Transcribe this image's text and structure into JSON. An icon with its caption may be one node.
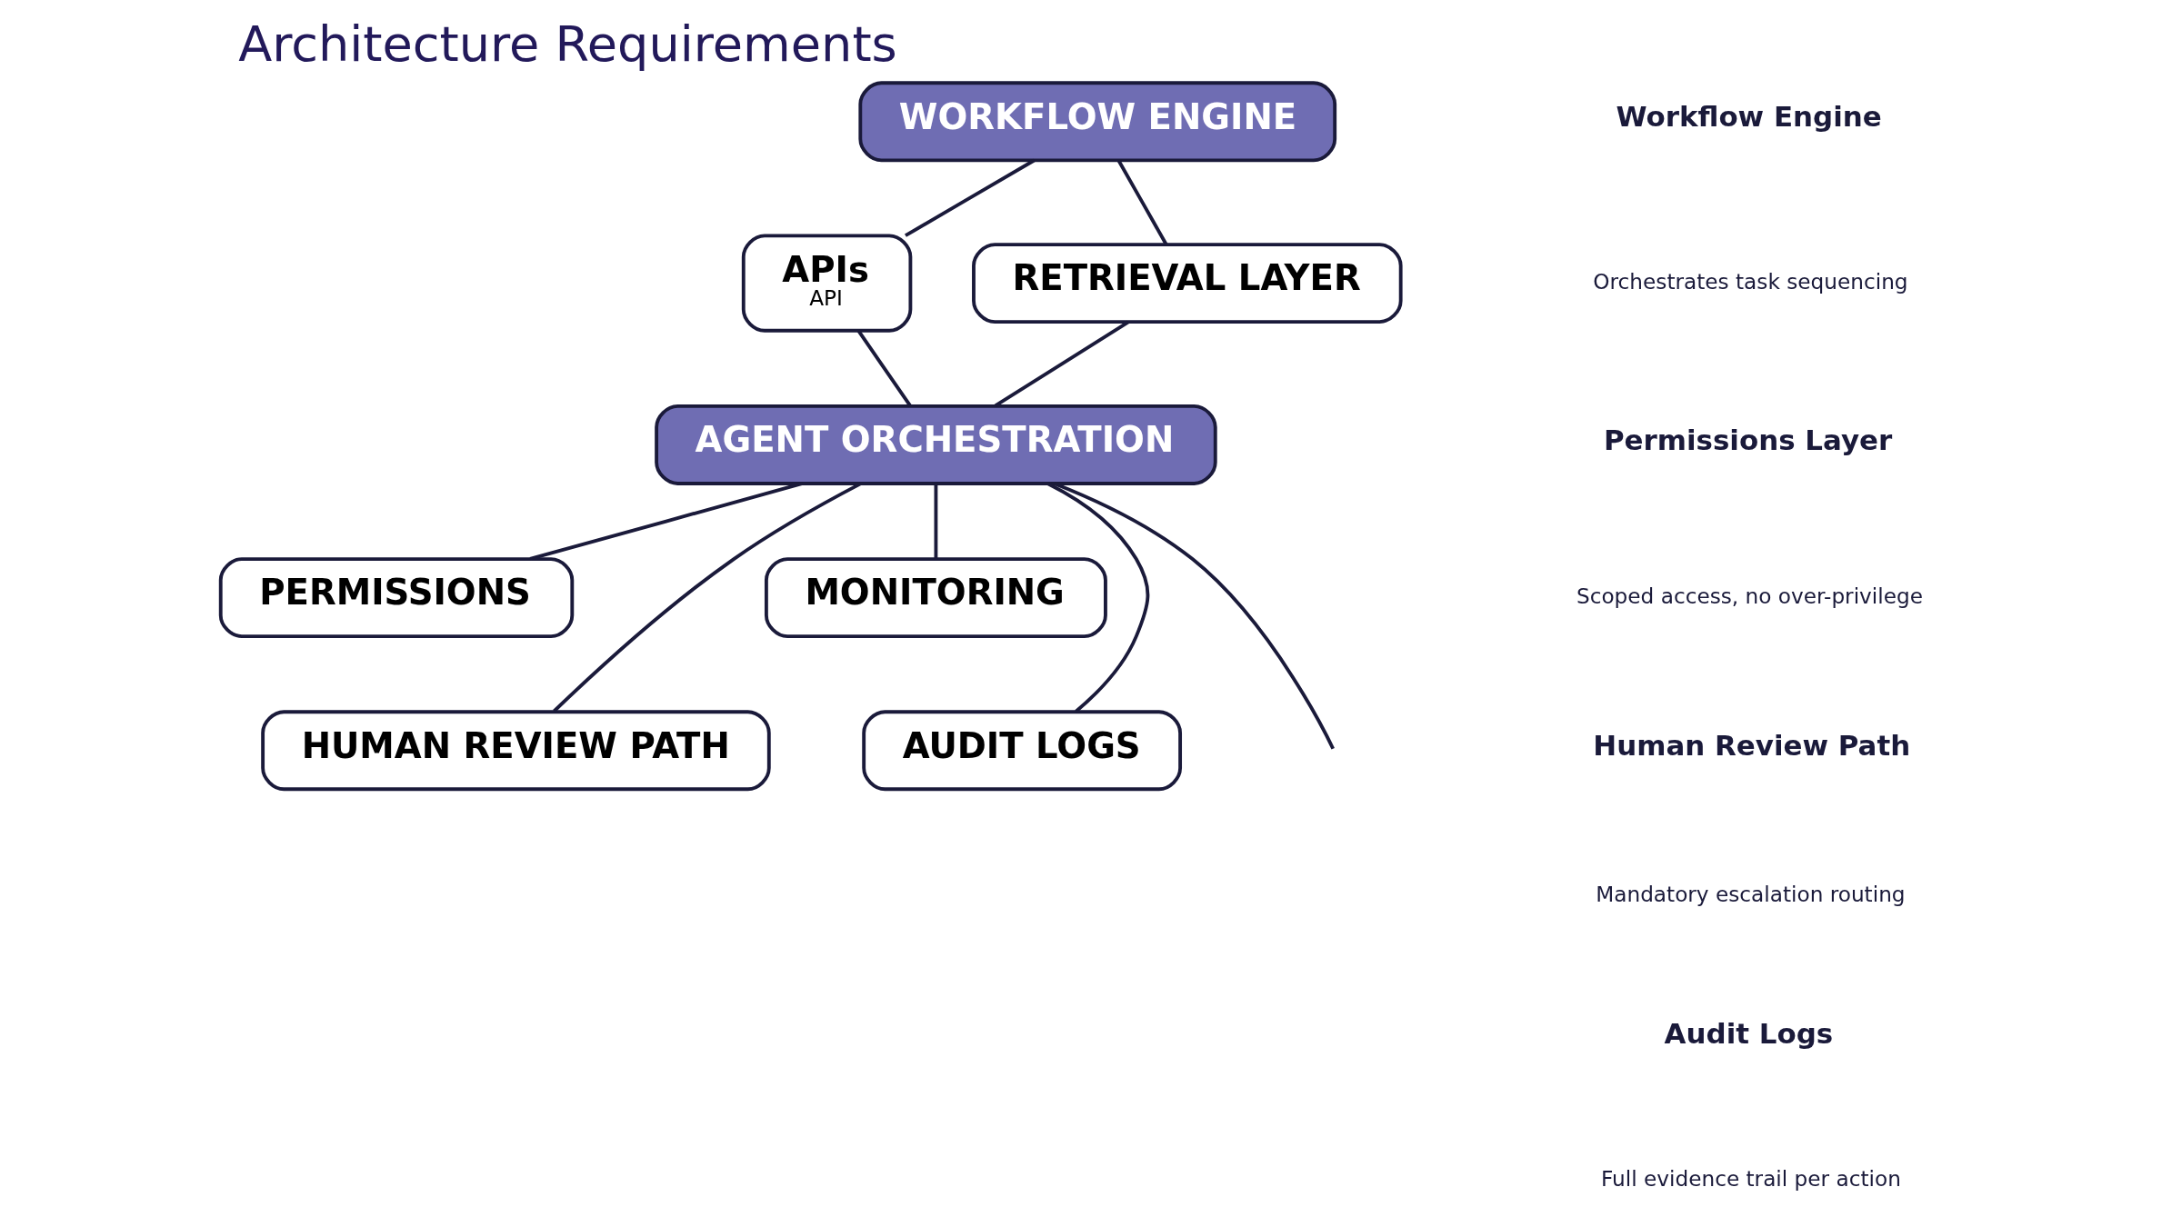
{
  "diagram": {
    "title": "Architecture Requirements",
    "nodes": [
      {
        "text": [
          "WORKFLOW ENGINE"
        ]
      },
      {
        "text": [
          "APIs",
          "API"
        ]
      },
      {
        "text": [
          "RETRIEVAL LAYER"
        ]
      },
      {
        "text": [
          "AGENT ORCHESTRATION"
        ]
      },
      {
        "text": [
          "PERMISSIONS"
        ]
      },
      {
        "text": [
          "MONITORING"
        ]
      },
      {
        "text": [
          "HUMAN REVIEW PATH"
        ]
      },
      {
        "text": [
          "AUDIT LOGS"
        ]
      }
    ],
    "edges": [
      {
        "from": 0,
        "to": 1,
        "arrow": "none"
      },
      {
        "from": 0,
        "to": 2,
        "arrow": "none"
      },
      {
        "from": 1,
        "to": 3,
        "arrow": "none"
      },
      {
        "from": 2,
        "to": 3,
        "arrow": "none"
      },
      {
        "from": 3,
        "to": 4,
        "arrow": "none"
      },
      {
        "from": 3,
        "to": 5,
        "arrow": "none"
      },
      {
        "from": 3,
        "to": 6,
        "arrow": "none"
      },
      {
        "from": 3,
        "to": null,
        "arrow": "none"
      },
      {
        "from": 3,
        "to": 7,
        "arrow": "none"
      }
    ],
    "labels": [
      "Workflow Engine",
      "Orchestrates task sequencing",
      "Permissions Layer",
      "Scoped access, no over-privilege",
      "Human Review Path",
      "Mandatory escalation routing",
      "Audit Logs",
      "Full evidence trail per action"
    ]
  }
}
